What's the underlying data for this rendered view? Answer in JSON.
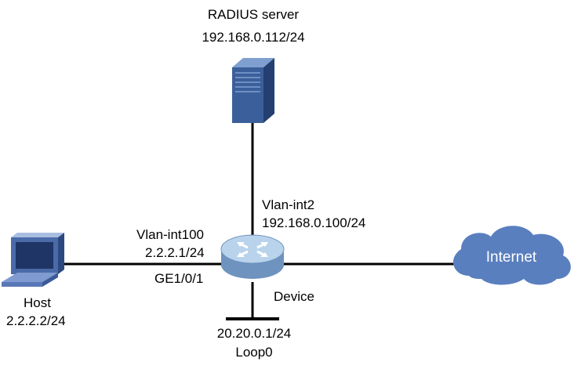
{
  "server": {
    "title": "RADIUS server",
    "ip": "192.168.0.112/24"
  },
  "device": {
    "name": "Device",
    "uplink_interface": "Vlan-int2",
    "uplink_ip": "192.168.0.100/24",
    "host_interface": "Vlan-int100",
    "host_interface_ip": "2.2.2.1/24",
    "port": "GE1/0/1",
    "loopback_ip": "20.20.0.1/24",
    "loopback_name": "Loop0"
  },
  "host": {
    "name": "Host",
    "ip": "2.2.2.2/24"
  },
  "internet": {
    "label": "Internet"
  },
  "colors": {
    "router_body": "#8fb4d8",
    "router_top": "#b9d3ec",
    "server_body": "#3b5f9a",
    "cloud": "#5a7fbf",
    "link": "#000000"
  },
  "icons": [
    "server-icon",
    "router-icon",
    "pc-icon",
    "cloud-icon"
  ]
}
